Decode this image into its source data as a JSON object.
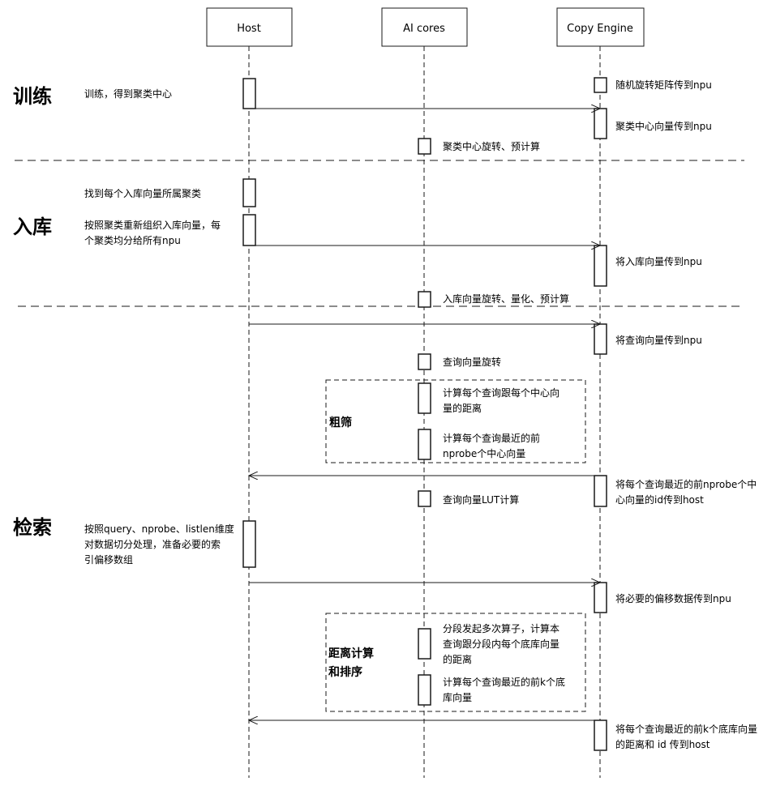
{
  "participants": {
    "host": "Host",
    "ai_cores": "AI cores",
    "copy_engine": "Copy Engine"
  },
  "phases": {
    "training": "训练",
    "ingest": "入库",
    "search": "检索"
  },
  "groups": {
    "coarse": "粗筛",
    "distance_line1": "距离计算",
    "distance_line2": "和排序"
  },
  "notes": {
    "train_host": "训练，得到聚类中心",
    "rotation_matrix": "随机旋转矩阵传到npu",
    "centroids_to_npu": "聚类中心向量传到npu",
    "centroid_rotate": "聚类中心旋转、预计算",
    "find_cluster": "找到每个入库向量所属聚类",
    "reorg_line1": "按照聚类重新组织入库向量，每",
    "reorg_line2": "个聚类均分给所有npu",
    "ingest_to_npu": "将入库向量传到npu",
    "ingest_rotate": "入库向量旋转、量化、预计算",
    "query_to_npu": "将查询向量传到npu",
    "query_rotate": "查询向量旋转",
    "dist_center_line1": "计算每个查询跟每个中心向",
    "dist_center_line2": "量的距离",
    "topn_line1": "计算每个查询最近的前",
    "topn_line2": "nprobe个中心向量",
    "ids_to_host_line1": "将每个查询最近的前nprobe个中",
    "ids_to_host_line2": "心向量的id传到host",
    "lut": "查询向量LUT计算",
    "split_line1": "按照query、nprobe、listlen维度",
    "split_line2": "对数据切分处理，准备必要的索",
    "split_line3": "引偏移数组",
    "offsets_to_npu": "将必要的偏移数据传到npu",
    "ops_line1": "分段发起多次算子，计算本",
    "ops_line2": "查询跟分段内每个底库向量",
    "ops_line3": "的距离",
    "topk_line1": "计算每个查询最近的前k个底",
    "topk_line2": "库向量",
    "result_line1": "将每个查询最近的前k个底库向量",
    "result_line2": "的距离和 id 传到host"
  }
}
